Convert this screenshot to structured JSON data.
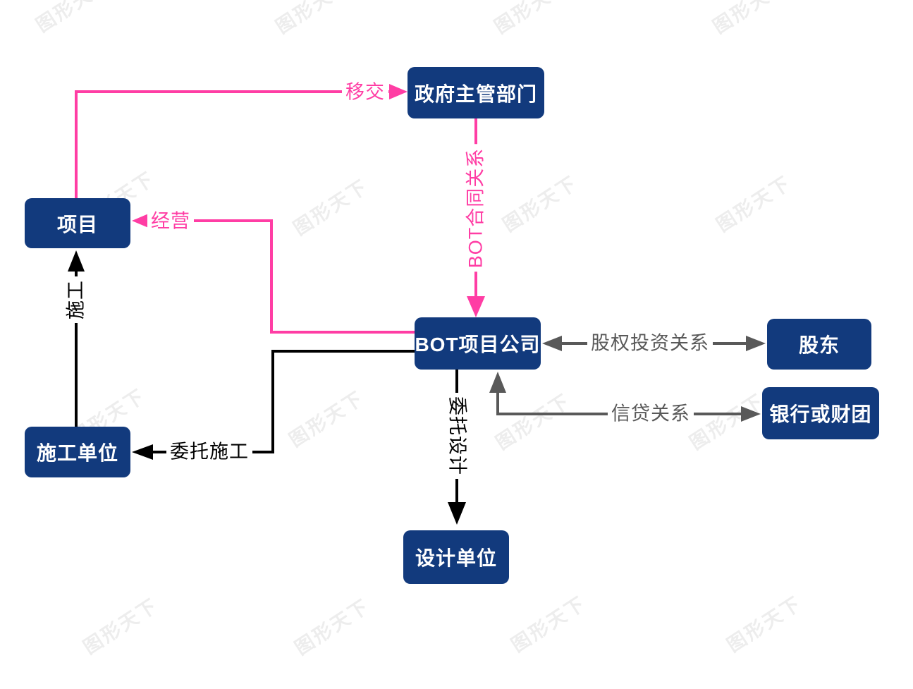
{
  "diagram": {
    "nodes": {
      "gov": "政府主管部门",
      "project": "项目",
      "bot_company": "BOT项目公司",
      "shareholder": "股东",
      "bank": "银行或财团",
      "construction": "施工单位",
      "design": "设计单位"
    },
    "edges": {
      "transfer": "移交",
      "bot_contract": "BOT合同关系",
      "operate": "经营",
      "construct": "施工",
      "entrust_construction": "委托施工",
      "entrust_design": "委托设计",
      "equity_investment": "股权投资关系",
      "credit": "信贷关系"
    },
    "colors": {
      "node_fill": "#123a7d",
      "node_text": "#ffffff",
      "pink": "#ff3da4",
      "gray": "#595959",
      "black": "#000000",
      "watermark": "#ededed"
    },
    "watermark": "图形天下"
  }
}
